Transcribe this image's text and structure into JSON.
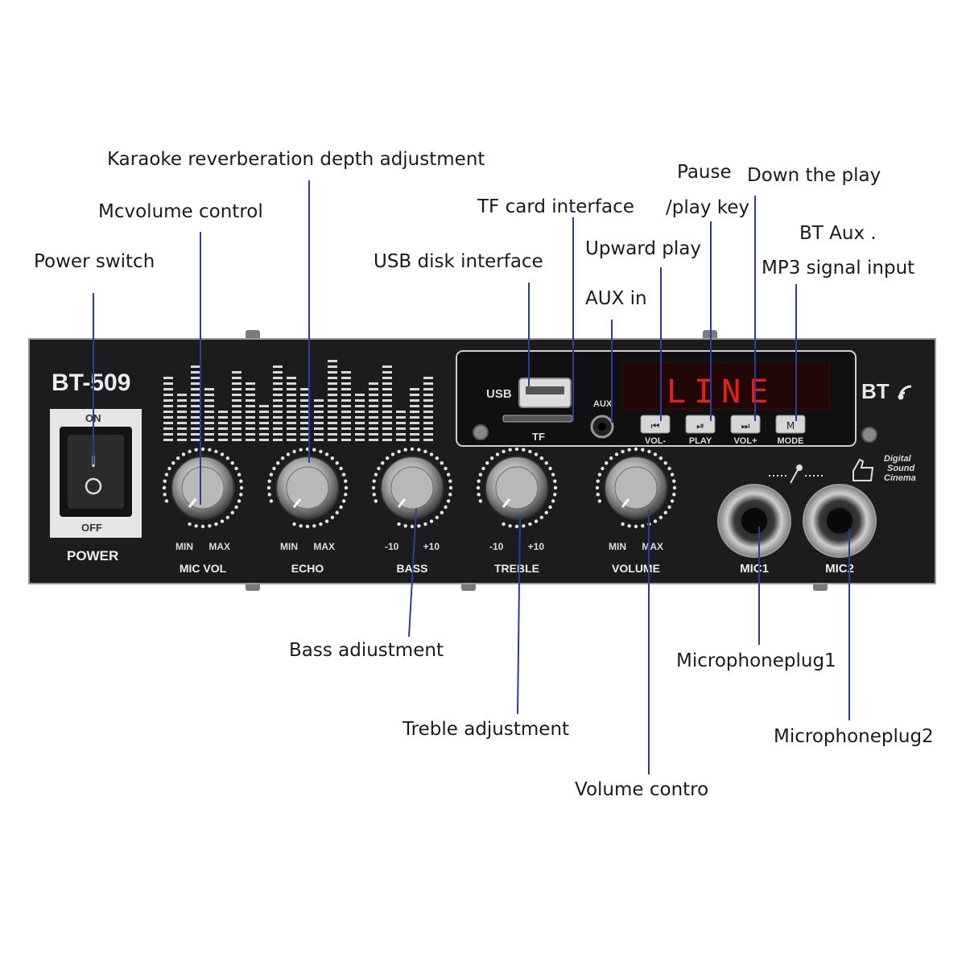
{
  "callouts": {
    "power_switch": "Power switch",
    "mic_volume": "Mcvolume control",
    "karaoke": "Karaoke reverberation depth adjustment",
    "usb_disk": "USB disk interface",
    "tf_card": "TF card interface",
    "pause_1": "Pause",
    "pause_2": "/play key",
    "down_play": "Down the play",
    "upward_play": "Upward play",
    "aux_in": "AUX in",
    "bt_aux_1": "BT Aux .",
    "bt_aux_2": "MP3 signal input",
    "bass": "Bass adiustment",
    "treble": "Treble adjustment",
    "volume": "Volume contro",
    "mic_plug1": "Microphoneplug1",
    "mic_plug2": "Microphoneplug2"
  },
  "device": {
    "model": "BT-509",
    "switch_on": "ON",
    "switch_off": "OFF",
    "power": "POWER",
    "usb": "USB",
    "aux": "AUX",
    "tf": "TF",
    "display": "LINE",
    "bt": "BT",
    "digital_sound_1": "Digital",
    "digital_sound_2": "Sound",
    "digital_sound_3": "Cinema",
    "buttons": [
      "VOL-",
      "PLAY",
      "VOL+",
      "MODE"
    ],
    "button_icons": [
      "previous-icon",
      "play-pause-icon",
      "next-icon",
      "mode-icon"
    ],
    "knobs": [
      {
        "min": "MIN",
        "max": "MAX",
        "name": "MIC VOL"
      },
      {
        "min": "MIN",
        "max": "MAX",
        "name": "ECHO"
      },
      {
        "min": "-10",
        "max": "+10",
        "name": "BASS"
      },
      {
        "min": "-10",
        "max": "+10",
        "name": "TREBLE"
      },
      {
        "min": "MIN",
        "max": "MAX",
        "name": "VOLUME"
      }
    ],
    "mics": [
      "MIC1",
      "MIC2"
    ]
  },
  "colors": {
    "panel": "#1c1c1e",
    "led": "#e8201c",
    "leader_line": "#2a3d9e"
  }
}
